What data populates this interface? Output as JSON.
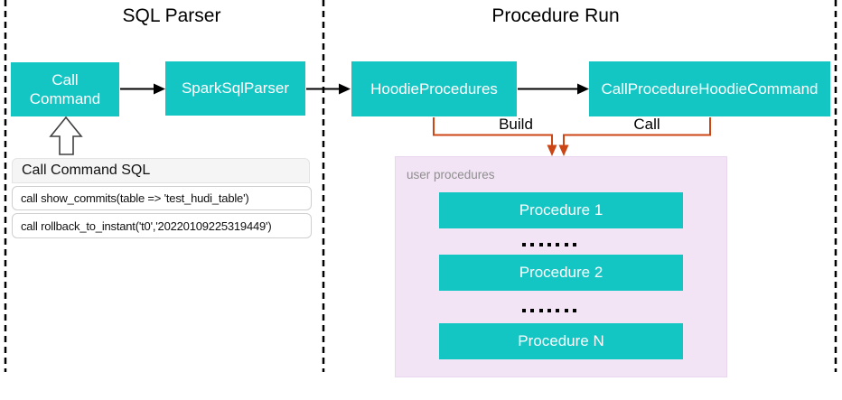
{
  "regions": {
    "sql_parser": {
      "title": "SQL Parser"
    },
    "procedure_run": {
      "title": "Procedure Run"
    }
  },
  "nodes": {
    "call_command": "Call Command",
    "spark_sql_parser": "SparkSqlParser",
    "hoodie_procedures": "HoodieProcedures",
    "call_procedure_hoodie_command": "CallProcedureHoodieCommand"
  },
  "edges": {
    "build_label": "Build",
    "call_label": "Call"
  },
  "sql_panel": {
    "title": "Call Command SQL",
    "queries": [
      "call show_commits(table => 'test_hudi_table')",
      "call rollback_to_instant('t0','20220109225319449')"
    ]
  },
  "user_procedures": {
    "label": "user procedures",
    "items": [
      "Procedure 1",
      "Procedure 2",
      "Procedure N"
    ]
  },
  "colors": {
    "node_fill": "#13C6C4",
    "connector_orange": "#CC4514",
    "procedures_panel": "#F2E4F5"
  }
}
